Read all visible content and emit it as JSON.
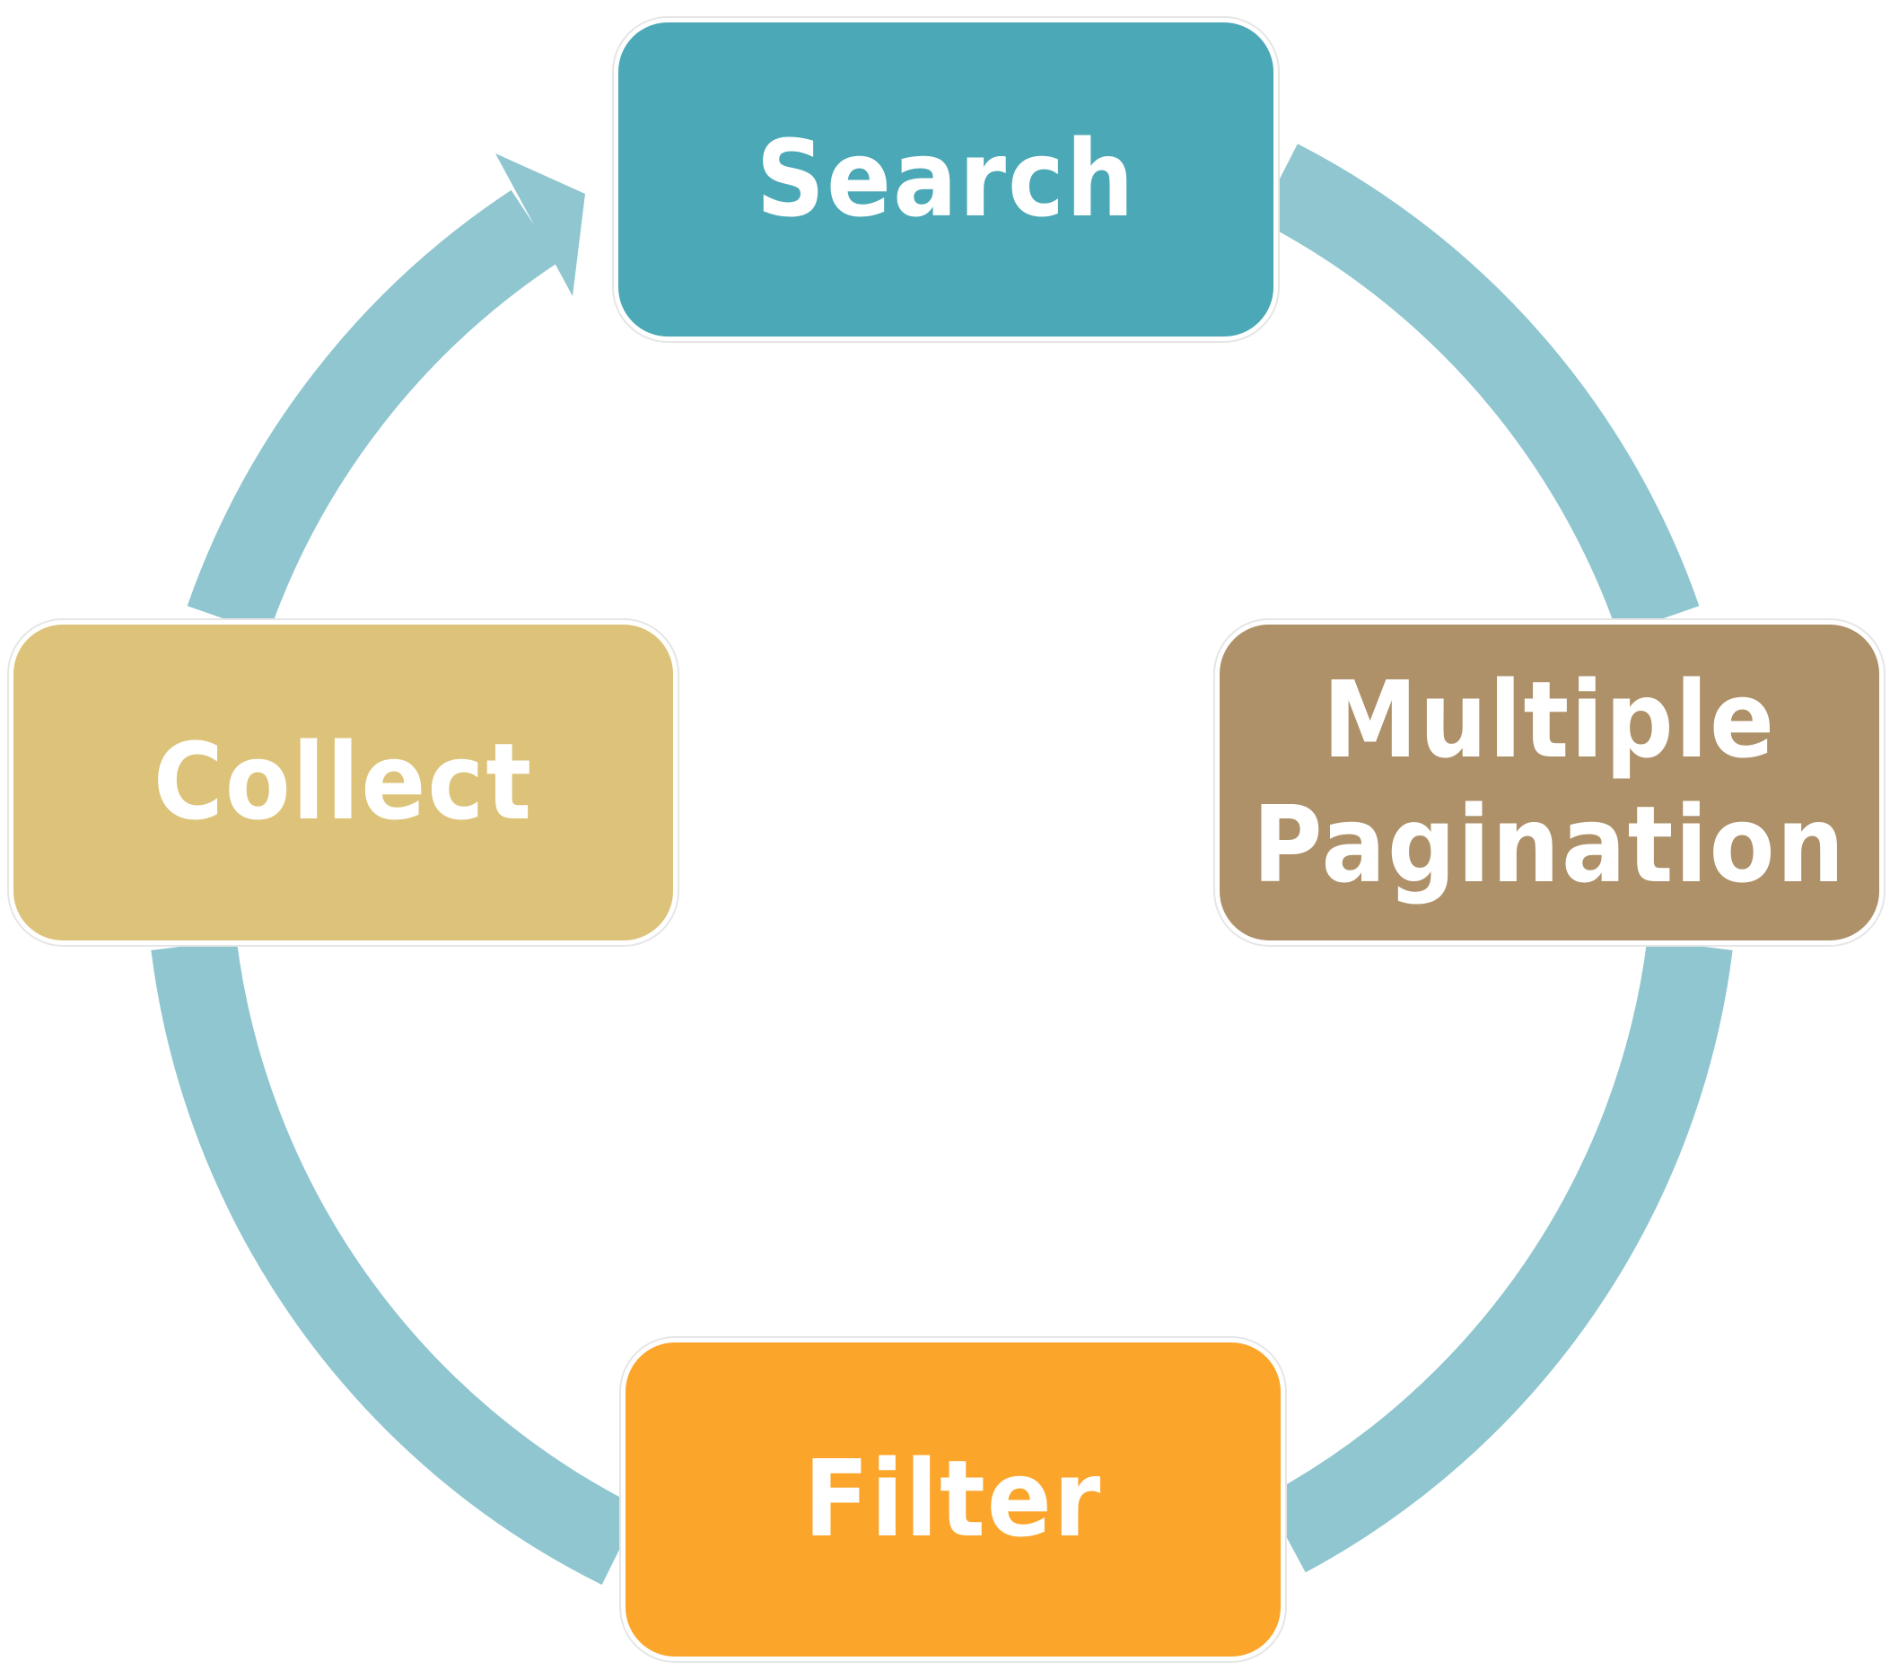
{
  "colors": {
    "ring": "#8fc6d0",
    "search": "#4ba8b6",
    "multiple_pagination": "#ae9168",
    "filter": "#fba52b",
    "collect": "#ddc379"
  },
  "nodes": {
    "search": "Search",
    "multiple_pagination": "Multiple\nPagination",
    "filter": "Filter",
    "collect": "Collect"
  }
}
